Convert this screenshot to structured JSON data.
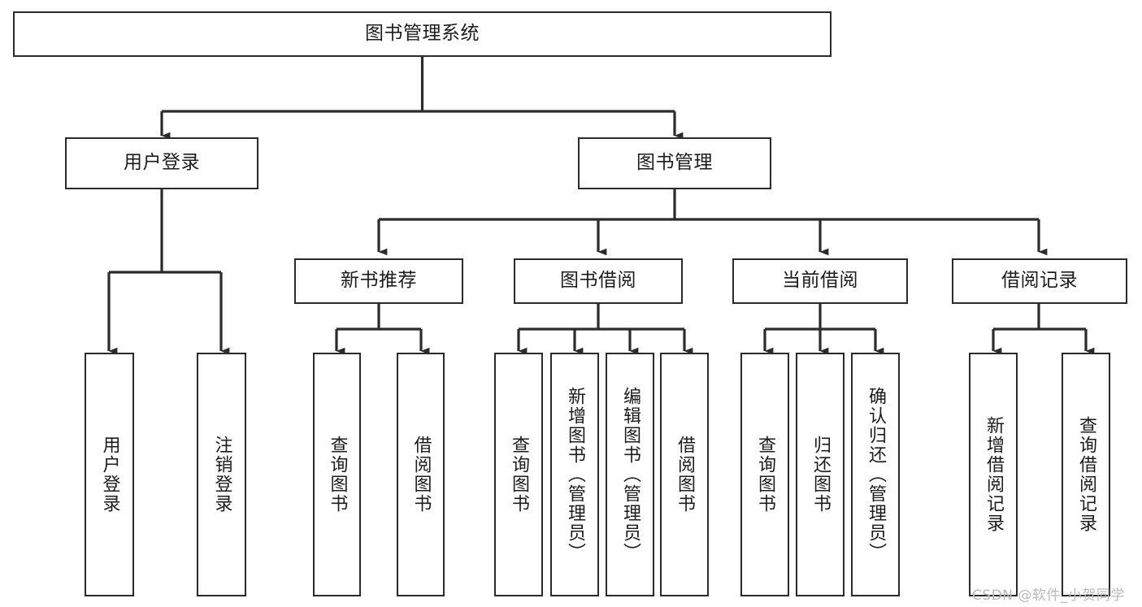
{
  "diagram": {
    "title": "图书管理系统",
    "type": "tree",
    "watermark": "CSDN @软件_小贺同学",
    "colors": {
      "box_border": "#2b2b2b",
      "box_fill": "#ffffff",
      "connector": "#2b2b2b",
      "text": "#1c1c1c",
      "watermark": "#b9b9b9",
      "background": "#ffffff"
    },
    "nodes": {
      "root": {
        "label": "图书管理系统"
      },
      "level2": [
        {
          "id": "user-login",
          "label": "用户登录"
        },
        {
          "id": "book-manage",
          "label": "图书管理"
        }
      ],
      "level3": [
        {
          "id": "new-book-rec",
          "label": "新书推荐"
        },
        {
          "id": "book-borrow",
          "label": "图书借阅"
        },
        {
          "id": "current-borrow",
          "label": "当前借阅"
        },
        {
          "id": "borrow-record",
          "label": "借阅记录"
        }
      ],
      "leaves": {
        "user-login": [
          {
            "id": "leaf-user-login",
            "label": "用户登录"
          },
          {
            "id": "leaf-logout",
            "label": "注销登录"
          }
        ],
        "new-book-rec": [
          {
            "id": "leaf-query-book-1",
            "label": "查询图书"
          },
          {
            "id": "leaf-borrow-book-1",
            "label": "借阅图书"
          }
        ],
        "book-borrow": [
          {
            "id": "leaf-query-book-2",
            "label": "查询图书"
          },
          {
            "id": "leaf-add-book",
            "label": "新增图书（管理员）"
          },
          {
            "id": "leaf-edit-book",
            "label": "编辑图书（管理员）"
          },
          {
            "id": "leaf-borrow-book-2",
            "label": "借阅图书"
          }
        ],
        "current-borrow": [
          {
            "id": "leaf-query-book-3",
            "label": "查询图书"
          },
          {
            "id": "leaf-return-book",
            "label": "归还图书"
          },
          {
            "id": "leaf-confirm-return",
            "label": "确认归还（管理员）"
          }
        ],
        "borrow-record": [
          {
            "id": "leaf-add-record",
            "label": "新增借阅记录"
          },
          {
            "id": "leaf-query-record",
            "label": "查询借阅记录"
          }
        ]
      }
    }
  }
}
